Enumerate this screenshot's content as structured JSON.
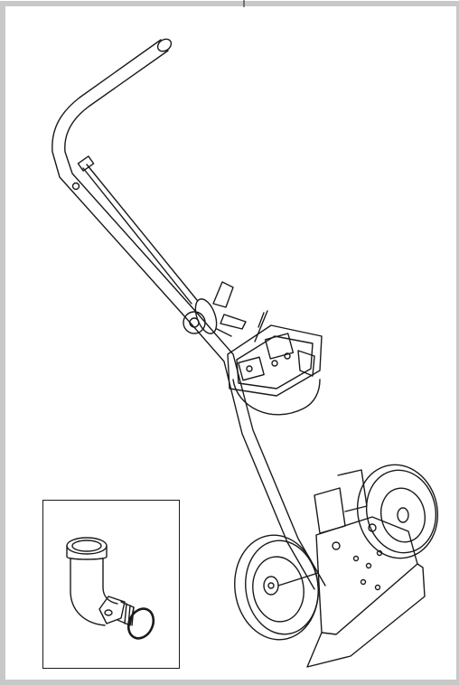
{
  "figure": {
    "kind": "technical line illustration",
    "main_subject": "tube-cart-with-handle-and-reel",
    "inset_subject": "elbow-fitting-with-o-ring",
    "colors": {
      "frame_border": "#c8c8c8",
      "line": "#1a1a1a",
      "background": "#ffffff"
    }
  }
}
